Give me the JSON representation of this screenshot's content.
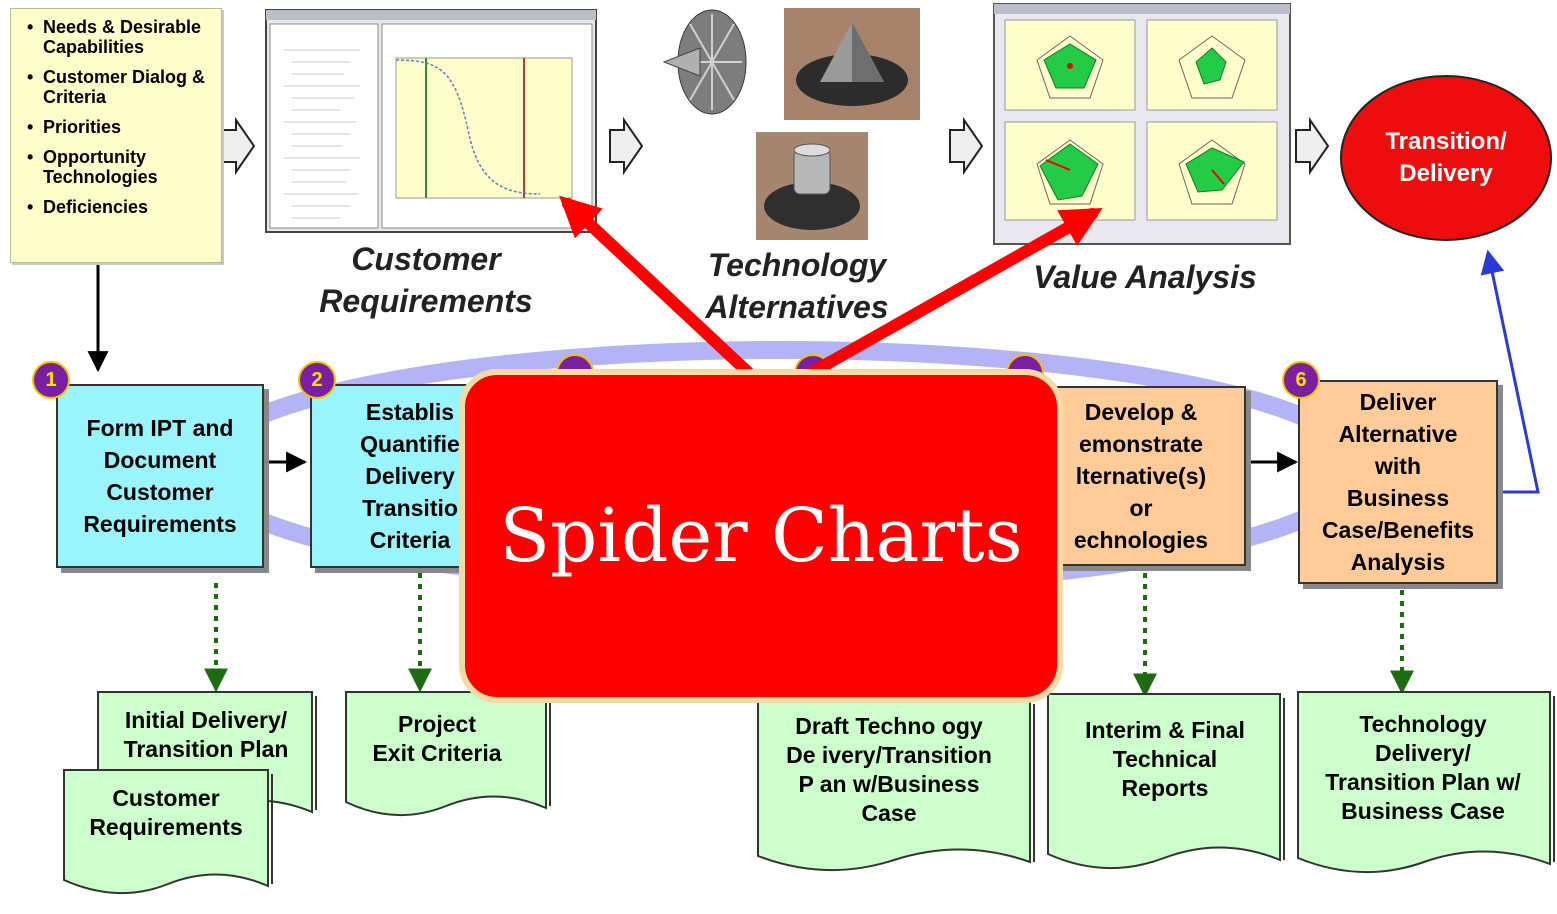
{
  "inputs": {
    "items": [
      "Needs & Desirable Capabilities",
      "Customer Dialog & Criteria",
      "Priorities",
      "Opportunity Technologies",
      "Deficiencies"
    ]
  },
  "captions": {
    "customer_requirements": [
      "Customer",
      "Requirements"
    ],
    "technology_alternatives": [
      "Technology",
      "Alternatives"
    ],
    "value_analysis": "Value Analysis"
  },
  "transition": {
    "lines": [
      "Transition/",
      "Delivery"
    ]
  },
  "steps": [
    {
      "number": "1",
      "lines": [
        "Form IPT and",
        "Document",
        "Customer",
        "Requirements"
      ]
    },
    {
      "number": "2",
      "lines": [
        "Establis",
        "Quantifie",
        "Delivery",
        "Transitio",
        "Criteria"
      ]
    },
    {
      "number": "",
      "lines": [
        "Develop &",
        "emonstrate",
        "lternative(s)",
        "or",
        "echnologies"
      ]
    },
    {
      "number": "6",
      "lines": [
        "Deliver",
        "Alternative",
        "with",
        "Business",
        "Case/Benefits",
        "Analysis"
      ]
    }
  ],
  "documents": [
    {
      "lines": [
        "Initial Delivery/",
        "Transition Plan"
      ]
    },
    {
      "lines": [
        "Customer",
        "Requirements"
      ]
    },
    {
      "lines": [
        "Project",
        "Exit Criteria"
      ]
    },
    {
      "lines": [
        "Draft Techno ogy",
        "De ivery/Transition",
        "P an w/Business",
        "Case"
      ]
    },
    {
      "lines": [
        "Interim & Final",
        "Technical",
        "Reports"
      ]
    },
    {
      "lines": [
        "Technology",
        "Delivery/",
        "Transition Plan w/",
        "Business Case"
      ]
    }
  ],
  "overlay": {
    "label": "Spider Charts"
  },
  "colors": {
    "inputs_bg": "#ffffcc",
    "step_cyan": "#99f4fc",
    "step_peach": "#ffcc99",
    "doc_green": "#ccffcc",
    "badge_purple": "#7b1fa2",
    "oval_lavender": "#b3b3f5",
    "overlay_red": "#ff0000",
    "transition_red": "#ee0d0d",
    "radar_green": "#22cc44",
    "arrow_red": "#ff0000",
    "return_blue": "#2a3ad8"
  }
}
